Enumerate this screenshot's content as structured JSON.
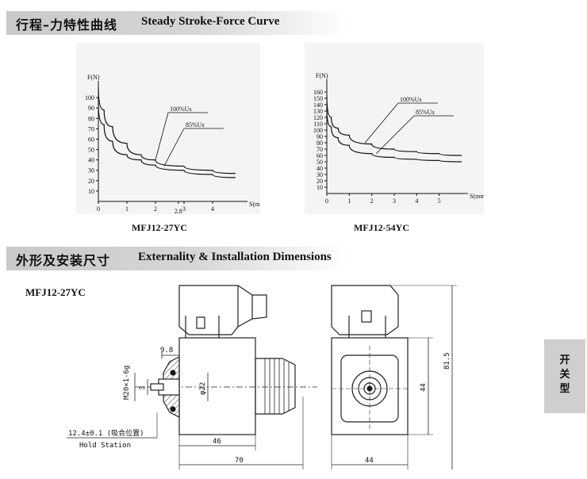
{
  "section1": {
    "title_cn": "行程–力特性曲线",
    "title_en": "Steady Stroke-Force Curve"
  },
  "section2": {
    "title_cn": "外形及安装尺寸",
    "title_en": "Externality & Installation Dimensions"
  },
  "chart_data": [
    {
      "type": "line",
      "title": "MFJ12-27YC",
      "xlabel": "S(mm)",
      "ylabel": "F(N)",
      "xlim": [
        0,
        5
      ],
      "ylim": [
        0,
        110
      ],
      "x_ticks": [
        "0",
        "1",
        "2",
        "2.8",
        "3",
        "4"
      ],
      "y_ticks": [
        "10",
        "20",
        "30",
        "40",
        "50",
        "60",
        "70",
        "80",
        "90",
        "100"
      ],
      "series": [
        {
          "name": "100%Us",
          "x": [
            0,
            0.2,
            0.5,
            1,
            1.5,
            2,
            3,
            4,
            4.8
          ],
          "values": [
            110,
            88,
            72,
            56,
            45,
            40,
            34,
            30,
            27
          ]
        },
        {
          "name": "85%Us",
          "x": [
            0,
            0.2,
            0.5,
            1,
            1.5,
            2,
            3,
            4,
            4.8
          ],
          "values": [
            95,
            74,
            58,
            45,
            40,
            35,
            30,
            26,
            23
          ]
        }
      ]
    },
    {
      "type": "line",
      "title": "MFJ12-54YC",
      "xlabel": "S(mm)",
      "ylabel": "F(N)",
      "xlim": [
        0,
        6
      ],
      "ylim": [
        0,
        170
      ],
      "x_ticks": [
        "0",
        "1",
        "2",
        "3",
        "4",
        "5"
      ],
      "y_ticks": [
        "10",
        "20",
        "30",
        "40",
        "50",
        "60",
        "70",
        "80",
        "90",
        "100",
        "110",
        "120",
        "130",
        "140",
        "150",
        "160"
      ],
      "series": [
        {
          "name": "100%Us",
          "x": [
            0,
            0.2,
            0.5,
            1,
            2,
            3,
            4,
            5,
            6
          ],
          "values": [
            155,
            120,
            103,
            92,
            78,
            70,
            66,
            63,
            60
          ]
        },
        {
          "name": "85%Us",
          "x": [
            0,
            0.2,
            0.5,
            1,
            2,
            3,
            4,
            5,
            6
          ],
          "values": [
            135,
            105,
            88,
            76,
            63,
            57,
            54,
            52,
            50
          ]
        }
      ]
    }
  ],
  "chart_captions": [
    "MFJ12-27YC",
    "MFJ12-54YC"
  ],
  "drawing": {
    "model": "MFJ12-27YC",
    "dims": {
      "d98": "9.8",
      "thread": "M20×1-6g",
      "d3": "3",
      "phi22": "φ22",
      "d46": "46",
      "d70": "70",
      "d44h": "44",
      "d44v": "44",
      "d815": "81.5",
      "hold_value": "12.4±0.1 (吸合位置)",
      "hold_label": "Hold Station"
    }
  },
  "side_tab": {
    "c1": "开",
    "c2": "关",
    "c3": "型"
  }
}
